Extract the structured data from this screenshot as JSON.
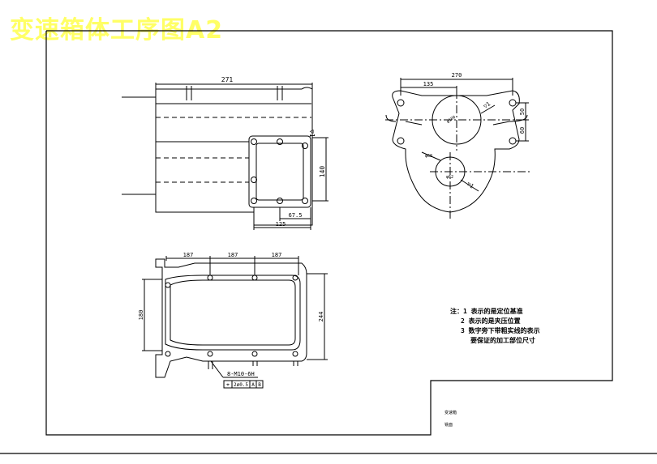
{
  "title": "变速箱体工序图A2",
  "top_view": {
    "dim_length": "271",
    "dim_height": "140",
    "dim_bolt_pitch": "67.5",
    "dim_window": "125",
    "surface_mark": "▽1"
  },
  "side_view": {
    "dim_width": "270",
    "dim_half": "135",
    "dim_v1": "50",
    "dim_v2": "60",
    "roughness_mark_1": "▽1",
    "roughness_mark_2": "▽1",
    "bore_label_1": "φ100",
    "bore_label_2": "φ68",
    "bore_label_3": "φ62"
  },
  "front_view": {
    "dim_segments": [
      "187",
      "187",
      "187"
    ],
    "dim_left": "180",
    "dim_right": "244",
    "thread_label": "8-M10-6H",
    "tolerance_frame": [
      "⌖",
      "2ø0.5",
      "A",
      "B"
    ]
  },
  "notes": [
    "注：1  表示的是定位基准",
    "2  表示的是夹压位置",
    "3  数字旁下带粗实线的表示",
    "要保证的加工部位尺寸"
  ],
  "title_block": {
    "name_label": "变速箱",
    "process_label": "铣面"
  }
}
